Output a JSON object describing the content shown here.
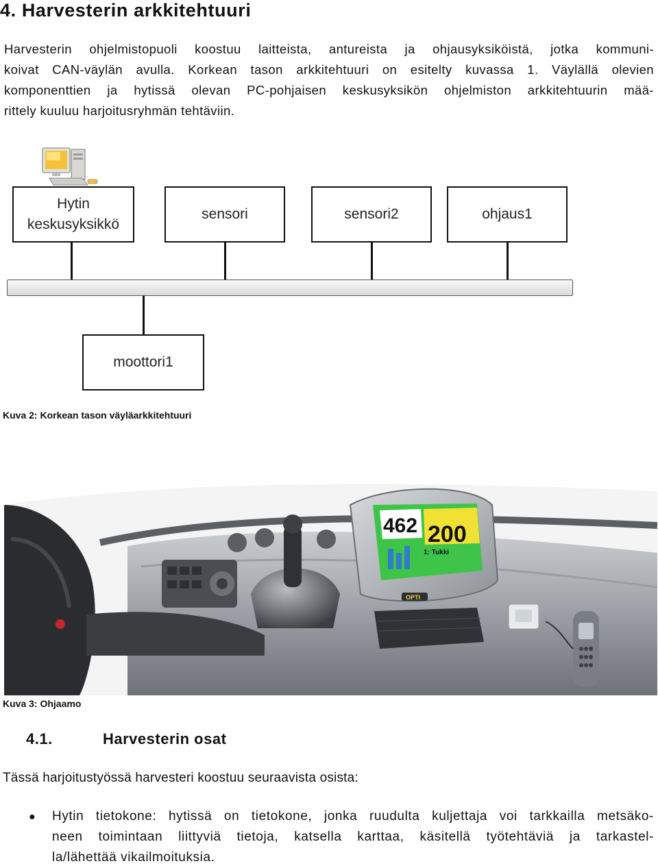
{
  "heading": "4. Harvesterin arkkitehtuuri",
  "paragraph_lines": [
    "Harvesterin ohjelmistopuoli koostuu laitteista, antureista ja ohjausyksiköistä, jotka kommuni-",
    "koivat CAN-väylän avulla. Korkean tason arkkitehtuuri on esitelty kuvassa 1. Väylällä olevien",
    "komponenttien ja hytissä olevan PC-pohjaisen keskusyksikön ohjelmiston arkkitehtuurin mää-",
    "rittely kuuluu harjoitusryhmän tehtäviin."
  ],
  "diagram": {
    "nodes": {
      "hytin_line1": "Hytin",
      "hytin_line2": "keskusyksikkö",
      "sensori": "sensori",
      "sensori2": "sensori2",
      "ohjaus1": "ohjaus1",
      "moottori1": "moottori1"
    }
  },
  "caption_diagram": "Kuva 2: Korkean tason väyläarkkitehtuuri",
  "photo": {
    "screen_number_left": "462",
    "screen_number_right": "200",
    "screen_sublabel": "1: Tukki",
    "console_logo": "OPTI"
  },
  "caption_photo": "Kuva 3: Ohjaamo",
  "section": {
    "number": "4.1.",
    "title": "Harvesterin osat"
  },
  "intro": "Tässä harjoitustyössä harvesteri koostuu seuraavista osista:",
  "bullet_symbol": "●",
  "bullet_lines": [
    "Hytin tietokone: hytissä on tietokone, jonka ruudulta kuljettaja voi tarkkailla metsäko-",
    "neen toimintaan liittyviä tietoja, katsella karttaa, käsitellä työtehtäviä ja tarkastel-",
    "la/lähettää vikailmoituksia."
  ],
  "colors": {
    "screen_green": "#3fc44a",
    "screen_yellow": "#f2e135",
    "cabin_grey": "#8c9096",
    "seat_dark": "#2b2c2f"
  }
}
